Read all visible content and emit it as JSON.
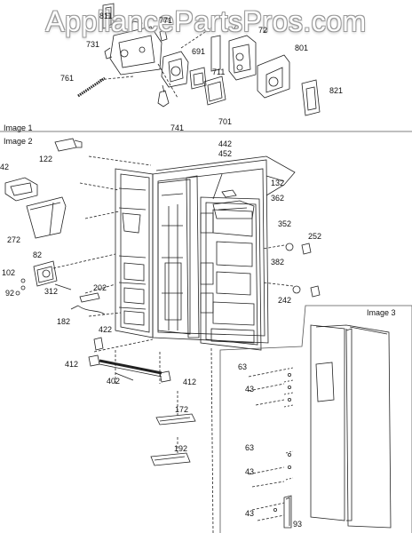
{
  "watermark": "AppliancePartsPros.com",
  "panels": [
    {
      "id": "image-1",
      "title": "Image 1"
    },
    {
      "id": "image-2",
      "title": "Image 2"
    },
    {
      "id": "image-3",
      "title": "Image 3"
    }
  ],
  "callouts": {
    "image1": [
      "811",
      "771",
      "731",
      "691",
      "72",
      "801",
      "761",
      "711",
      "821",
      "741",
      "701"
    ],
    "image2": [
      "442",
      "452",
      "122",
      "42",
      "132",
      "362",
      "272",
      "352",
      "252",
      "382",
      "82",
      "102",
      "92",
      "312",
      "202",
      "242",
      "182",
      "422",
      "412",
      "402",
      "412",
      "172",
      "192"
    ],
    "image3": [
      "63",
      "43",
      "63",
      "43",
      "43",
      "93"
    ]
  }
}
